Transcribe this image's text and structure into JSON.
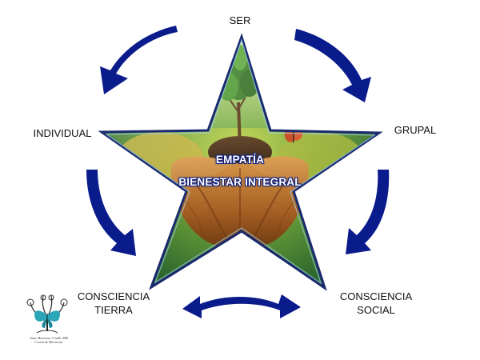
{
  "labels": {
    "ser": "SER",
    "individual": "INDIVIDUAL",
    "grupal": "GRUPAL",
    "consciencia_tierra": [
      "CONSCIENCIA",
      "TIERRA"
    ],
    "consciencia_social": [
      "CONSCIENCIA",
      "SOCIAL"
    ]
  },
  "center": {
    "line1": "EMPATÍA",
    "line2": "BIENESTAR INTEGRAL"
  },
  "logo": {
    "signature": "Anne Borisson Córdb, MD",
    "subtitle": "Coach de Bienestar"
  },
  "colors": {
    "arrow": "#0a1b8c",
    "star_border": "#1a2a6e",
    "text_outline": "#12207a"
  }
}
